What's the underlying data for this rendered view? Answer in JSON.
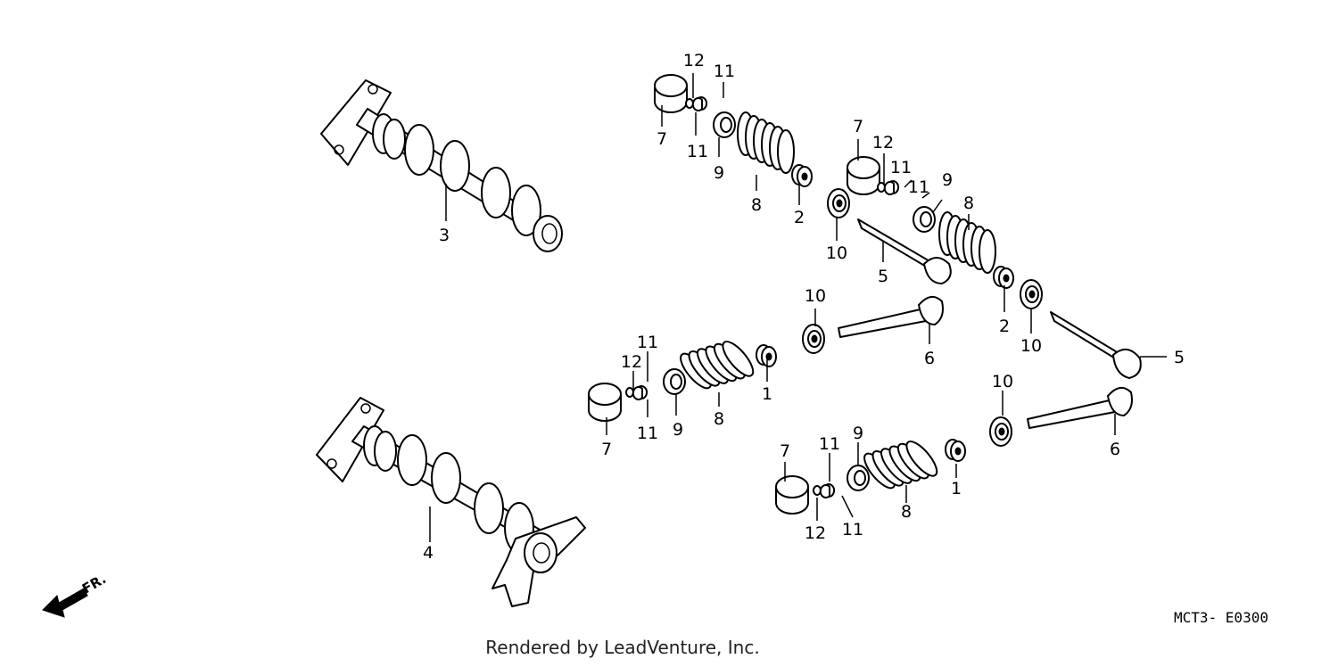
{
  "diagram": {
    "diagram_code": "MCT3- E0300",
    "front_marker": "FR.",
    "callouts": {
      "c1a": "1",
      "c1b": "1",
      "c2a": "2",
      "c2b": "2",
      "c3": "3",
      "c4": "4",
      "c5a": "5",
      "c5b": "5",
      "c6a": "6",
      "c6b": "6",
      "c7a": "7",
      "c7b": "7",
      "c7c": "7",
      "c7d": "7",
      "c8a": "8",
      "c8b": "8",
      "c8c": "8",
      "c8d": "8",
      "c9a": "9",
      "c9b": "9",
      "c9c": "9",
      "c9d": "9",
      "c10a": "10",
      "c10b": "10",
      "c10c": "10",
      "c10d": "10",
      "c11a": "11",
      "c11b": "11",
      "c11c": "11",
      "c11d": "11",
      "c11e": "11",
      "c11f": "11",
      "c11g": "11",
      "c11h": "11",
      "c12a": "12",
      "c12b": "12",
      "c12c": "12",
      "c12d": "12"
    }
  },
  "footer": {
    "text": "Rendered by LeadVenture, Inc."
  }
}
